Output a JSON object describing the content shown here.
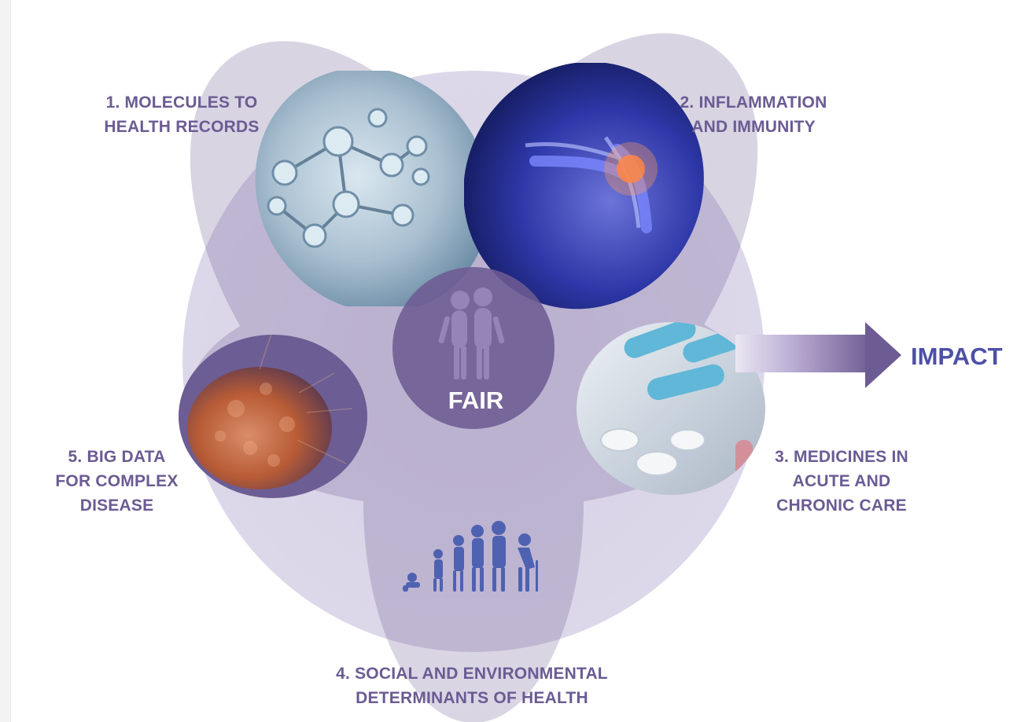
{
  "diagram": {
    "center_label": "FAIR",
    "outcome_label": "IMPACT",
    "themes": [
      {
        "number": "1.",
        "lines": [
          "1. MOLECULES TO",
          "HEALTH RECORDS"
        ],
        "image": "molecules"
      },
      {
        "number": "2.",
        "lines": [
          "2. INFLAMMATION",
          "AND IMMUNITY"
        ],
        "image": "inflamed-joint"
      },
      {
        "number": "3.",
        "lines": [
          "3. MEDICINES IN",
          "ACUTE AND",
          "CHRONIC CARE"
        ],
        "image": "pills-and-capsules"
      },
      {
        "number": "4.",
        "lines": [
          "4. SOCIAL AND ENVIRONMENTAL",
          "DETERMINANTS OF HEALTH"
        ],
        "image": "human-life-stages"
      },
      {
        "number": "5.",
        "lines": [
          "5. BIG DATA",
          "FOR COMPLEX",
          "DISEASE"
        ],
        "image": "complex-cell"
      }
    ]
  },
  "colors": {
    "main_circle": "#ddd7ea",
    "petal": "#a89bc5",
    "center": "#6d5b93",
    "label": "#6b5b93",
    "impact": "#4e4fa8",
    "arrow": "#7d6aa7"
  }
}
